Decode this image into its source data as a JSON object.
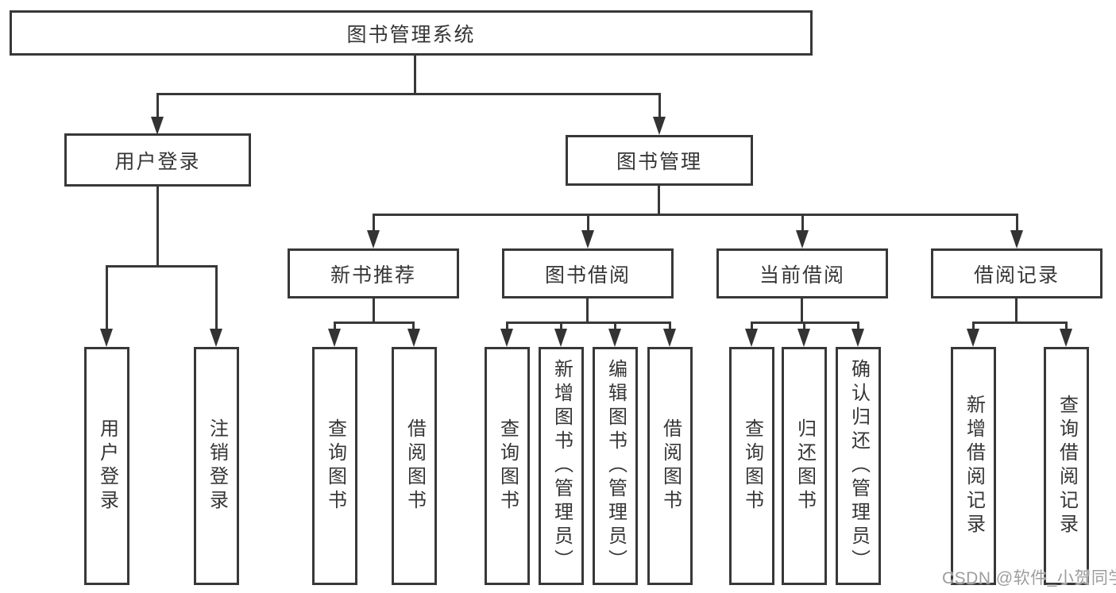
{
  "tree": {
    "root": {
      "label": "图书管理系统"
    },
    "children": [
      {
        "label": "用户登录",
        "children": [
          {
            "label": "用户登录"
          },
          {
            "label": "注销登录"
          }
        ]
      },
      {
        "label": "图书管理",
        "children": [
          {
            "label": "新书推荐",
            "children": [
              {
                "label": "查询图书"
              },
              {
                "label": "借阅图书"
              }
            ]
          },
          {
            "label": "图书借阅",
            "children": [
              {
                "label": "查询图书"
              },
              {
                "label": "新增图书（管理员）"
              },
              {
                "label": "编辑图书（管理员）"
              },
              {
                "label": "借阅图书"
              }
            ]
          },
          {
            "label": "当前借阅",
            "children": [
              {
                "label": "查询图书"
              },
              {
                "label": "归还图书"
              },
              {
                "label": "确认归还（管理员）"
              }
            ]
          },
          {
            "label": "借阅记录",
            "children": [
              {
                "label": "新增借阅记录"
              },
              {
                "label": "查询借阅记录"
              }
            ]
          }
        ]
      }
    ]
  },
  "watermark": {
    "text": "CSDN @软件_小贺同学"
  },
  "colors": {
    "line": "#383838",
    "text": "#363636",
    "background": "#ffffff",
    "watermark": "#9d9d9d"
  }
}
